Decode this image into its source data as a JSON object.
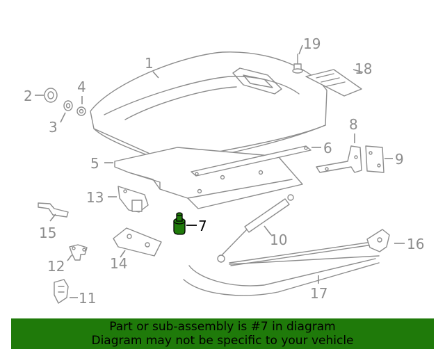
{
  "callouts": [
    {
      "id": 1,
      "label": "1"
    },
    {
      "id": 2,
      "label": "2"
    },
    {
      "id": 3,
      "label": "3"
    },
    {
      "id": 4,
      "label": "4"
    },
    {
      "id": 5,
      "label": "5"
    },
    {
      "id": 6,
      "label": "6"
    },
    {
      "id": 7,
      "label": "7",
      "highlighted": true
    },
    {
      "id": 8,
      "label": "8"
    },
    {
      "id": 9,
      "label": "9"
    },
    {
      "id": 10,
      "label": "10"
    },
    {
      "id": 11,
      "label": "11"
    },
    {
      "id": 12,
      "label": "12"
    },
    {
      "id": 13,
      "label": "13"
    },
    {
      "id": 14,
      "label": "14"
    },
    {
      "id": 15,
      "label": "15"
    },
    {
      "id": 16,
      "label": "16"
    },
    {
      "id": 17,
      "label": "17"
    },
    {
      "id": 18,
      "label": "18"
    },
    {
      "id": 19,
      "label": "19"
    }
  ],
  "banner": {
    "line1": "Part or sub-assembly is #7 in diagram",
    "line2": "Diagram may not be specific to your vehicle",
    "background": "#1f7a0a"
  },
  "colors": {
    "line_art": "#8c8c8c",
    "highlight_part": "#1f7a0a",
    "highlight_text": "#000000"
  }
}
